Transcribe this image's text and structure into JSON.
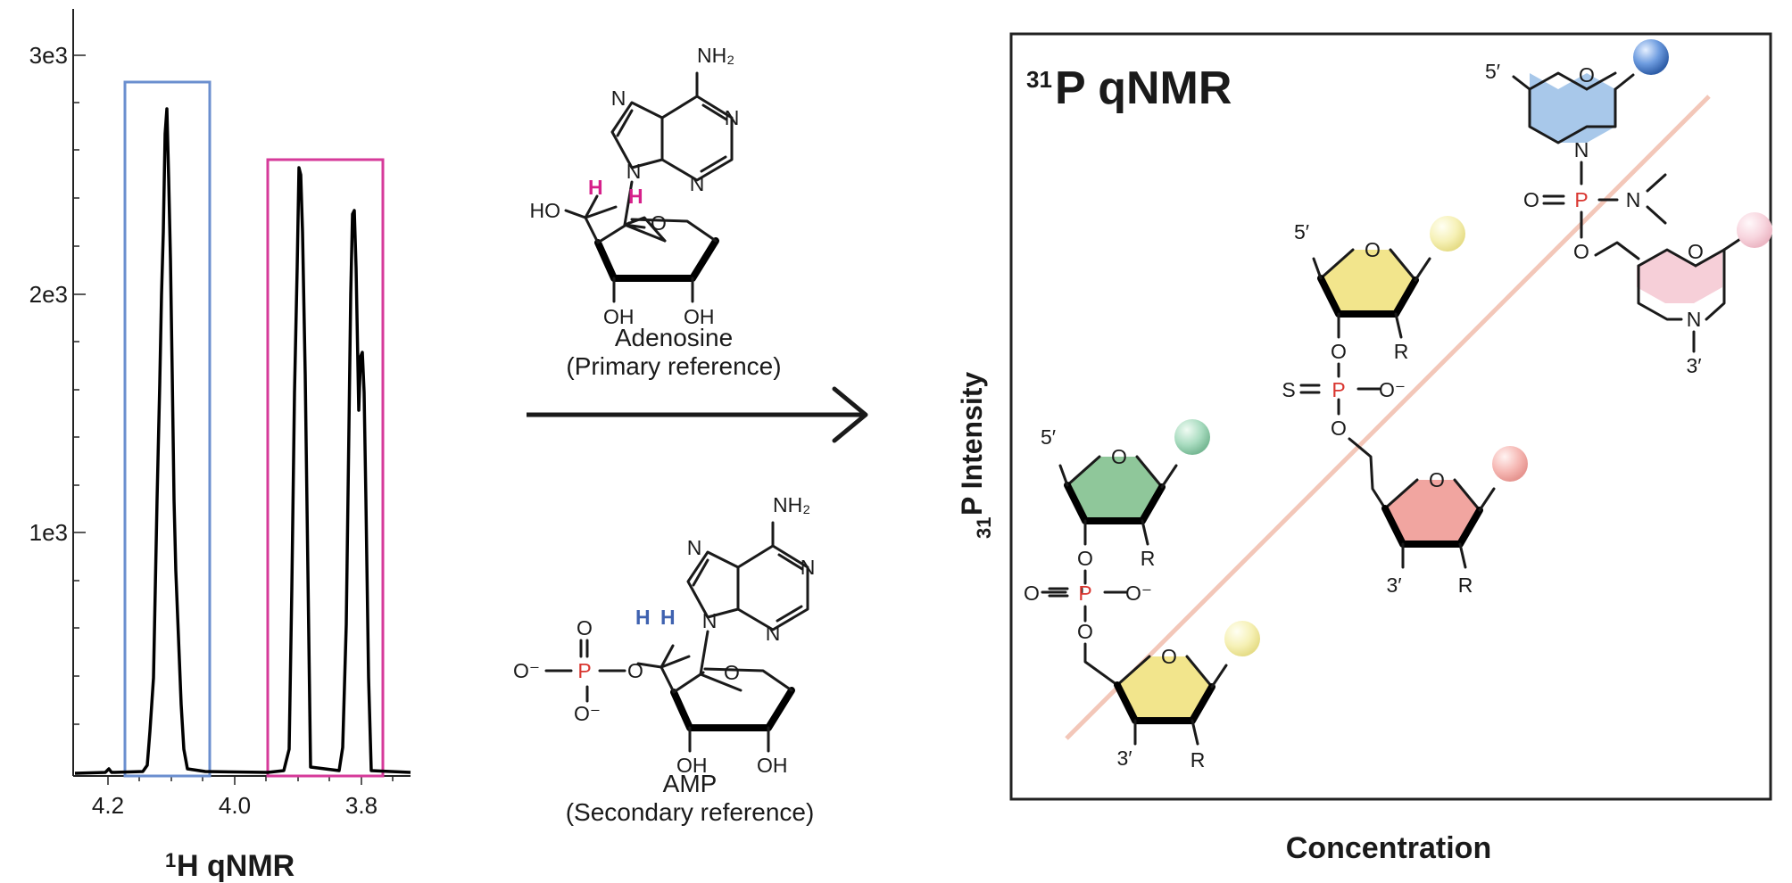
{
  "spectrum": {
    "y_ticks": [
      "3e3",
      "2e3",
      "1e3"
    ],
    "x_ticks": [
      "4.2",
      "4.0",
      "3.8"
    ],
    "x_title_sup": "1",
    "x_title": "H qNMR"
  },
  "reference": {
    "primary_name": "Adenosine",
    "primary_role": "(Primary reference)",
    "secondary_name": "AMP",
    "secondary_role": "(Secondary reference)"
  },
  "atoms": {
    "nh2": "NH₂",
    "n": "N",
    "o": "O",
    "ho": "HO",
    "oh": "OH",
    "h": "H",
    "p": "P",
    "o_minus": "O⁻",
    "s": "S",
    "r": "R",
    "five_prime": "5′",
    "three_prime": "3′"
  },
  "panel": {
    "title_sup": "31",
    "title": "P qNMR",
    "y_label_sup": "31",
    "y_label": "P Intensity",
    "x_label": "Concentration"
  },
  "colors": {
    "blue_box": "#6b8fcf",
    "magenta_box": "#d63a9a",
    "highlight_h_magenta": "#d6208a",
    "highlight_h_blue": "#3f62b0",
    "phosphorus": "#d9352f",
    "trend_line": "#f3c7b9",
    "ring_green": "#8fc79a",
    "ring_yellow": "#f2e58c",
    "ring_red": "#f1a5a0",
    "ring_blue": "#a8c8ea",
    "ring_pink": "#f6cfd8"
  }
}
